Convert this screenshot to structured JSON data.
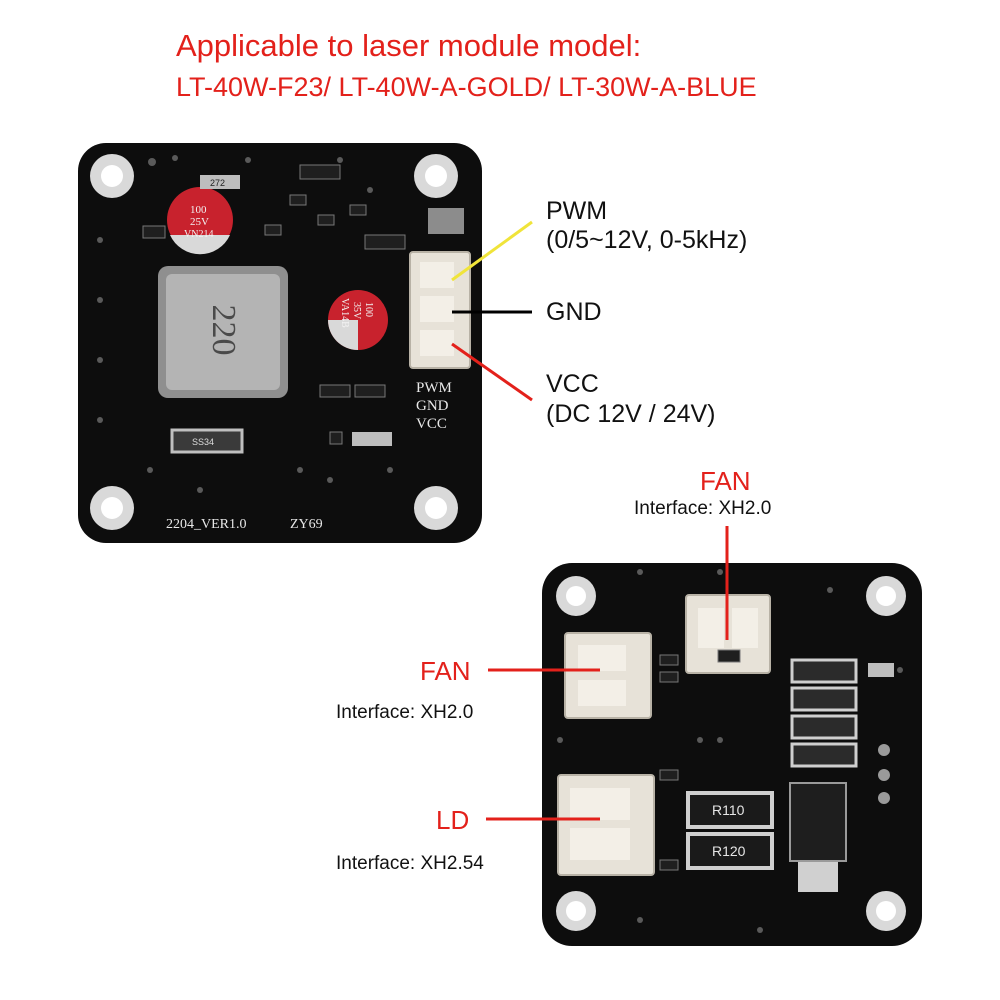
{
  "heading": {
    "line1": "Applicable to laser module model:",
    "line2": "LT-40W-F23/ LT-40W-A-GOLD/ LT-30W-A-BLUE"
  },
  "top_board": {
    "silkscreen_pwm": "PWM",
    "silkscreen_gnd": "GND",
    "silkscreen_vcc": "VCC",
    "version": "2204_VER1.0",
    "code": "ZY69",
    "inductor_marking": "220",
    "cap1_marking": [
      "100",
      "25V",
      "VN214"
    ],
    "cap2_marking": [
      "100",
      "35V",
      "VA14B"
    ],
    "resistor_marking": "272",
    "diode_marking": "SS34"
  },
  "top_labels": {
    "pwm_title": "PWM",
    "pwm_spec": "(0/5~12V, 0-5kHz)",
    "gnd_title": "GND",
    "vcc_title": "VCC",
    "vcc_spec": "(DC 12V / 24V)"
  },
  "bottom_labels": {
    "fan_top_title": "FAN",
    "fan_top_interface": "Interface: XH2.0",
    "fan_left_title": "FAN",
    "fan_left_interface": "Interface: XH2.0",
    "ld_title": "LD",
    "ld_interface": "Interface: XH2.54"
  },
  "bottom_board": {
    "res1": "R110",
    "res2": "R120"
  },
  "colors": {
    "title_red": "#e3211b",
    "pcb_black": "#0d0d0d",
    "pwm_wire": "#f0e43a",
    "gnd_wire": "#000000",
    "vcc_wire": "#e3211b",
    "pointer_red": "#e3211b"
  }
}
